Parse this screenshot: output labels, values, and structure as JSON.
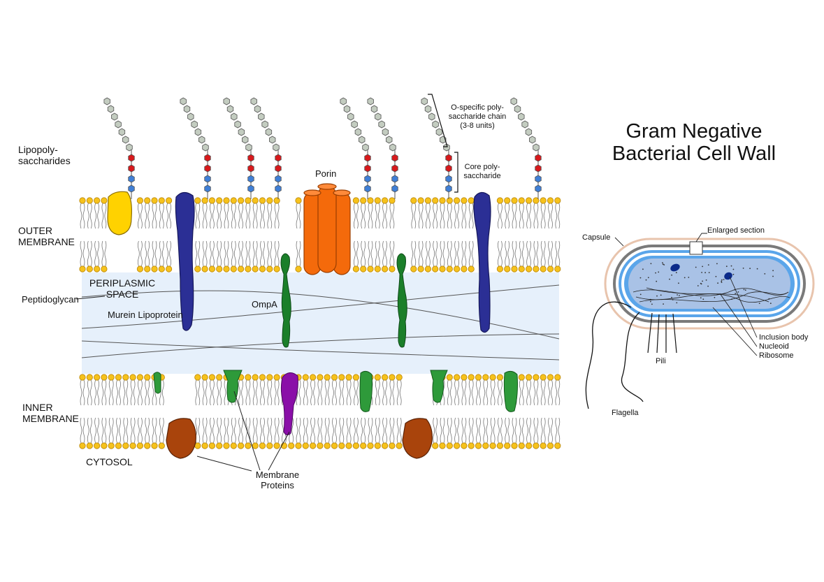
{
  "title": {
    "line1": "Gram Negative",
    "line2": "Bacterial Cell Wall"
  },
  "membrane_labels": {
    "lipopoly_1": "Lipopoly-",
    "lipopoly_2": "saccharides",
    "outer_1": "OUTER",
    "outer_2": "MEMBRANE",
    "periplasmic_1": "PERIPLASMIC",
    "periplasmic_2": "SPACE",
    "peptidoglycan": "Peptidoglycan",
    "murein": "Murein Lipoprotein",
    "ompa": "OmpA",
    "porin": "Porin",
    "inner_1": "INNER",
    "inner_2": "MEMBRANE",
    "cytosol": "CYTOSOL",
    "membrane_proteins_1": "Membrane",
    "membrane_proteins_2": "Proteins",
    "o_specific_1": "O-specific poly-",
    "o_specific_2": "saccharide chain",
    "o_specific_3": "(3-8 units)",
    "core_1": "Core poly-",
    "core_2": "saccharide"
  },
  "cell_labels": {
    "capsule": "Capsule",
    "enlarged": "Enlarged section",
    "inclusion": "Inclusion body",
    "nucleoid": "Nucleoid",
    "ribosome": "Ribosome",
    "pili": "Pili",
    "flagella": "Flagella"
  },
  "colors": {
    "lipid_head": "#f6c21c",
    "lipid_head_stroke": "#b8860b",
    "sugar_o_chain": "#c3ccc0",
    "sugar_core_red": "#d7191c",
    "sugar_core_blue": "#3f7fd6",
    "periplasm": "#e6f0fb",
    "porin": "#f46a0b",
    "murein_lipoprotein": "#2b2f95",
    "ompa": "#1b7f2a",
    "membrane_protein_green": "#2e9a3a",
    "membrane_protein_brown": "#a9440c",
    "membrane_protein_purple": "#8a0fa8",
    "yellow_protein": "#ffd200",
    "capsule": "#e8c4ad",
    "cell_wall_blue": "#5aa5ea",
    "cytoplasm": "#a9c2e6",
    "inclusion_body": "#0b2a8a"
  }
}
